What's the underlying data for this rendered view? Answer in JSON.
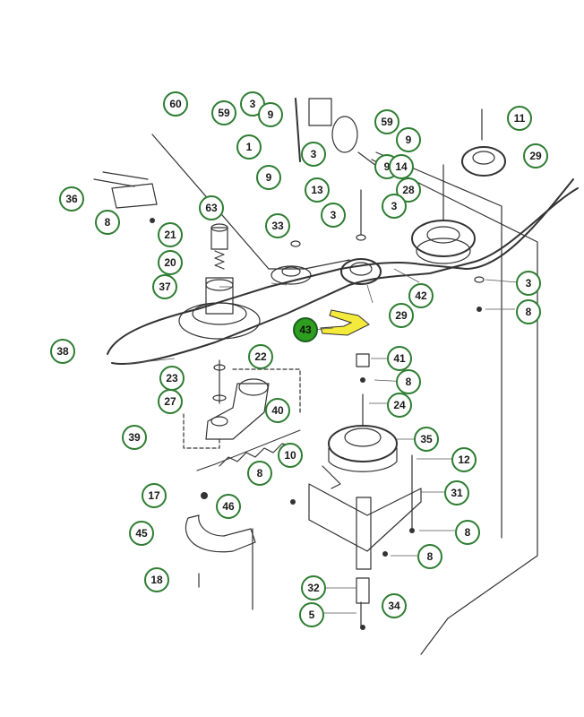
{
  "diagram": {
    "highlighted_part": "43",
    "callout_color": "#2e7d32",
    "highlight_color": "#2e9e1f",
    "part_highlight_color": "#f4ea3c",
    "callouts": [
      "60",
      "3",
      "59",
      "9",
      "59",
      "9",
      "11",
      "1",
      "3",
      "9",
      "29",
      "14",
      "9",
      "36",
      "8",
      "63",
      "13",
      "28",
      "3",
      "3",
      "33",
      "21",
      "20",
      "37",
      "42",
      "3",
      "29",
      "8",
      "43",
      "38",
      "22",
      "41",
      "23",
      "8",
      "27",
      "40",
      "24",
      "39",
      "35",
      "10",
      "12",
      "8",
      "31",
      "17",
      "46",
      "45",
      "8",
      "8",
      "18",
      "32",
      "34",
      "5"
    ]
  }
}
